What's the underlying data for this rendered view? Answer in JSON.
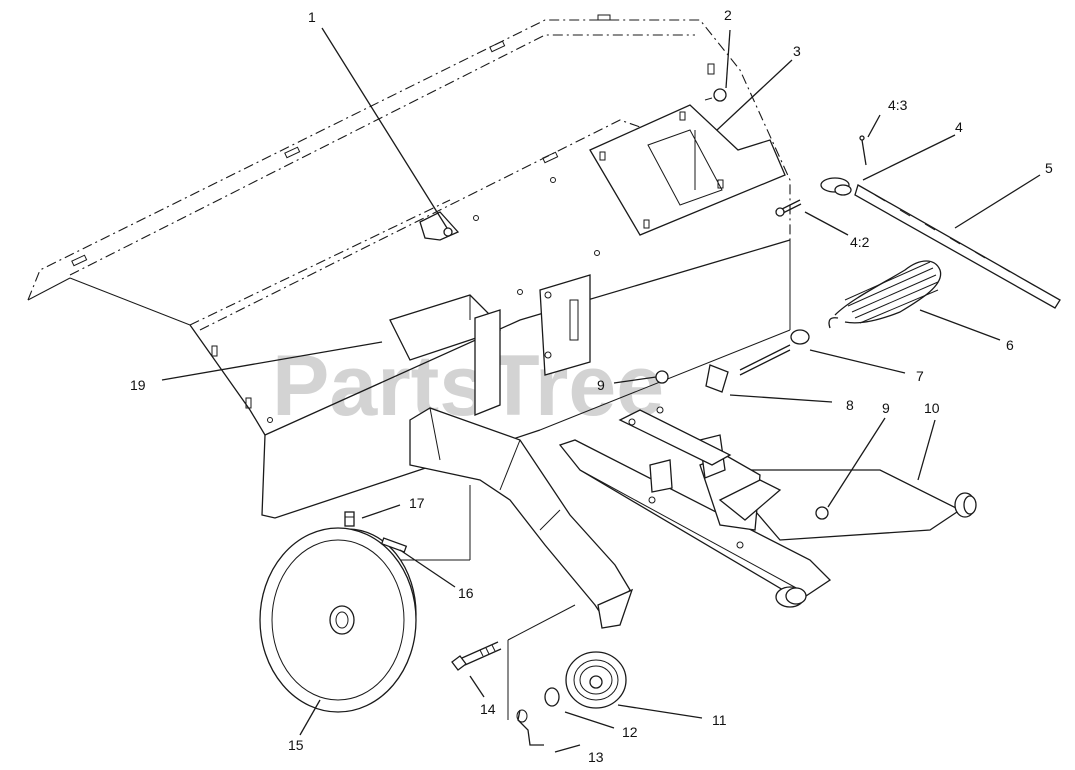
{
  "watermark": "PartsTree",
  "callouts": [
    "1",
    "2",
    "3",
    "4:3",
    "4",
    "5",
    "4:2",
    "6",
    "7",
    "19",
    "9",
    "8",
    "9",
    "10",
    "17",
    "16",
    "15",
    "14",
    "13",
    "12",
    "11"
  ]
}
